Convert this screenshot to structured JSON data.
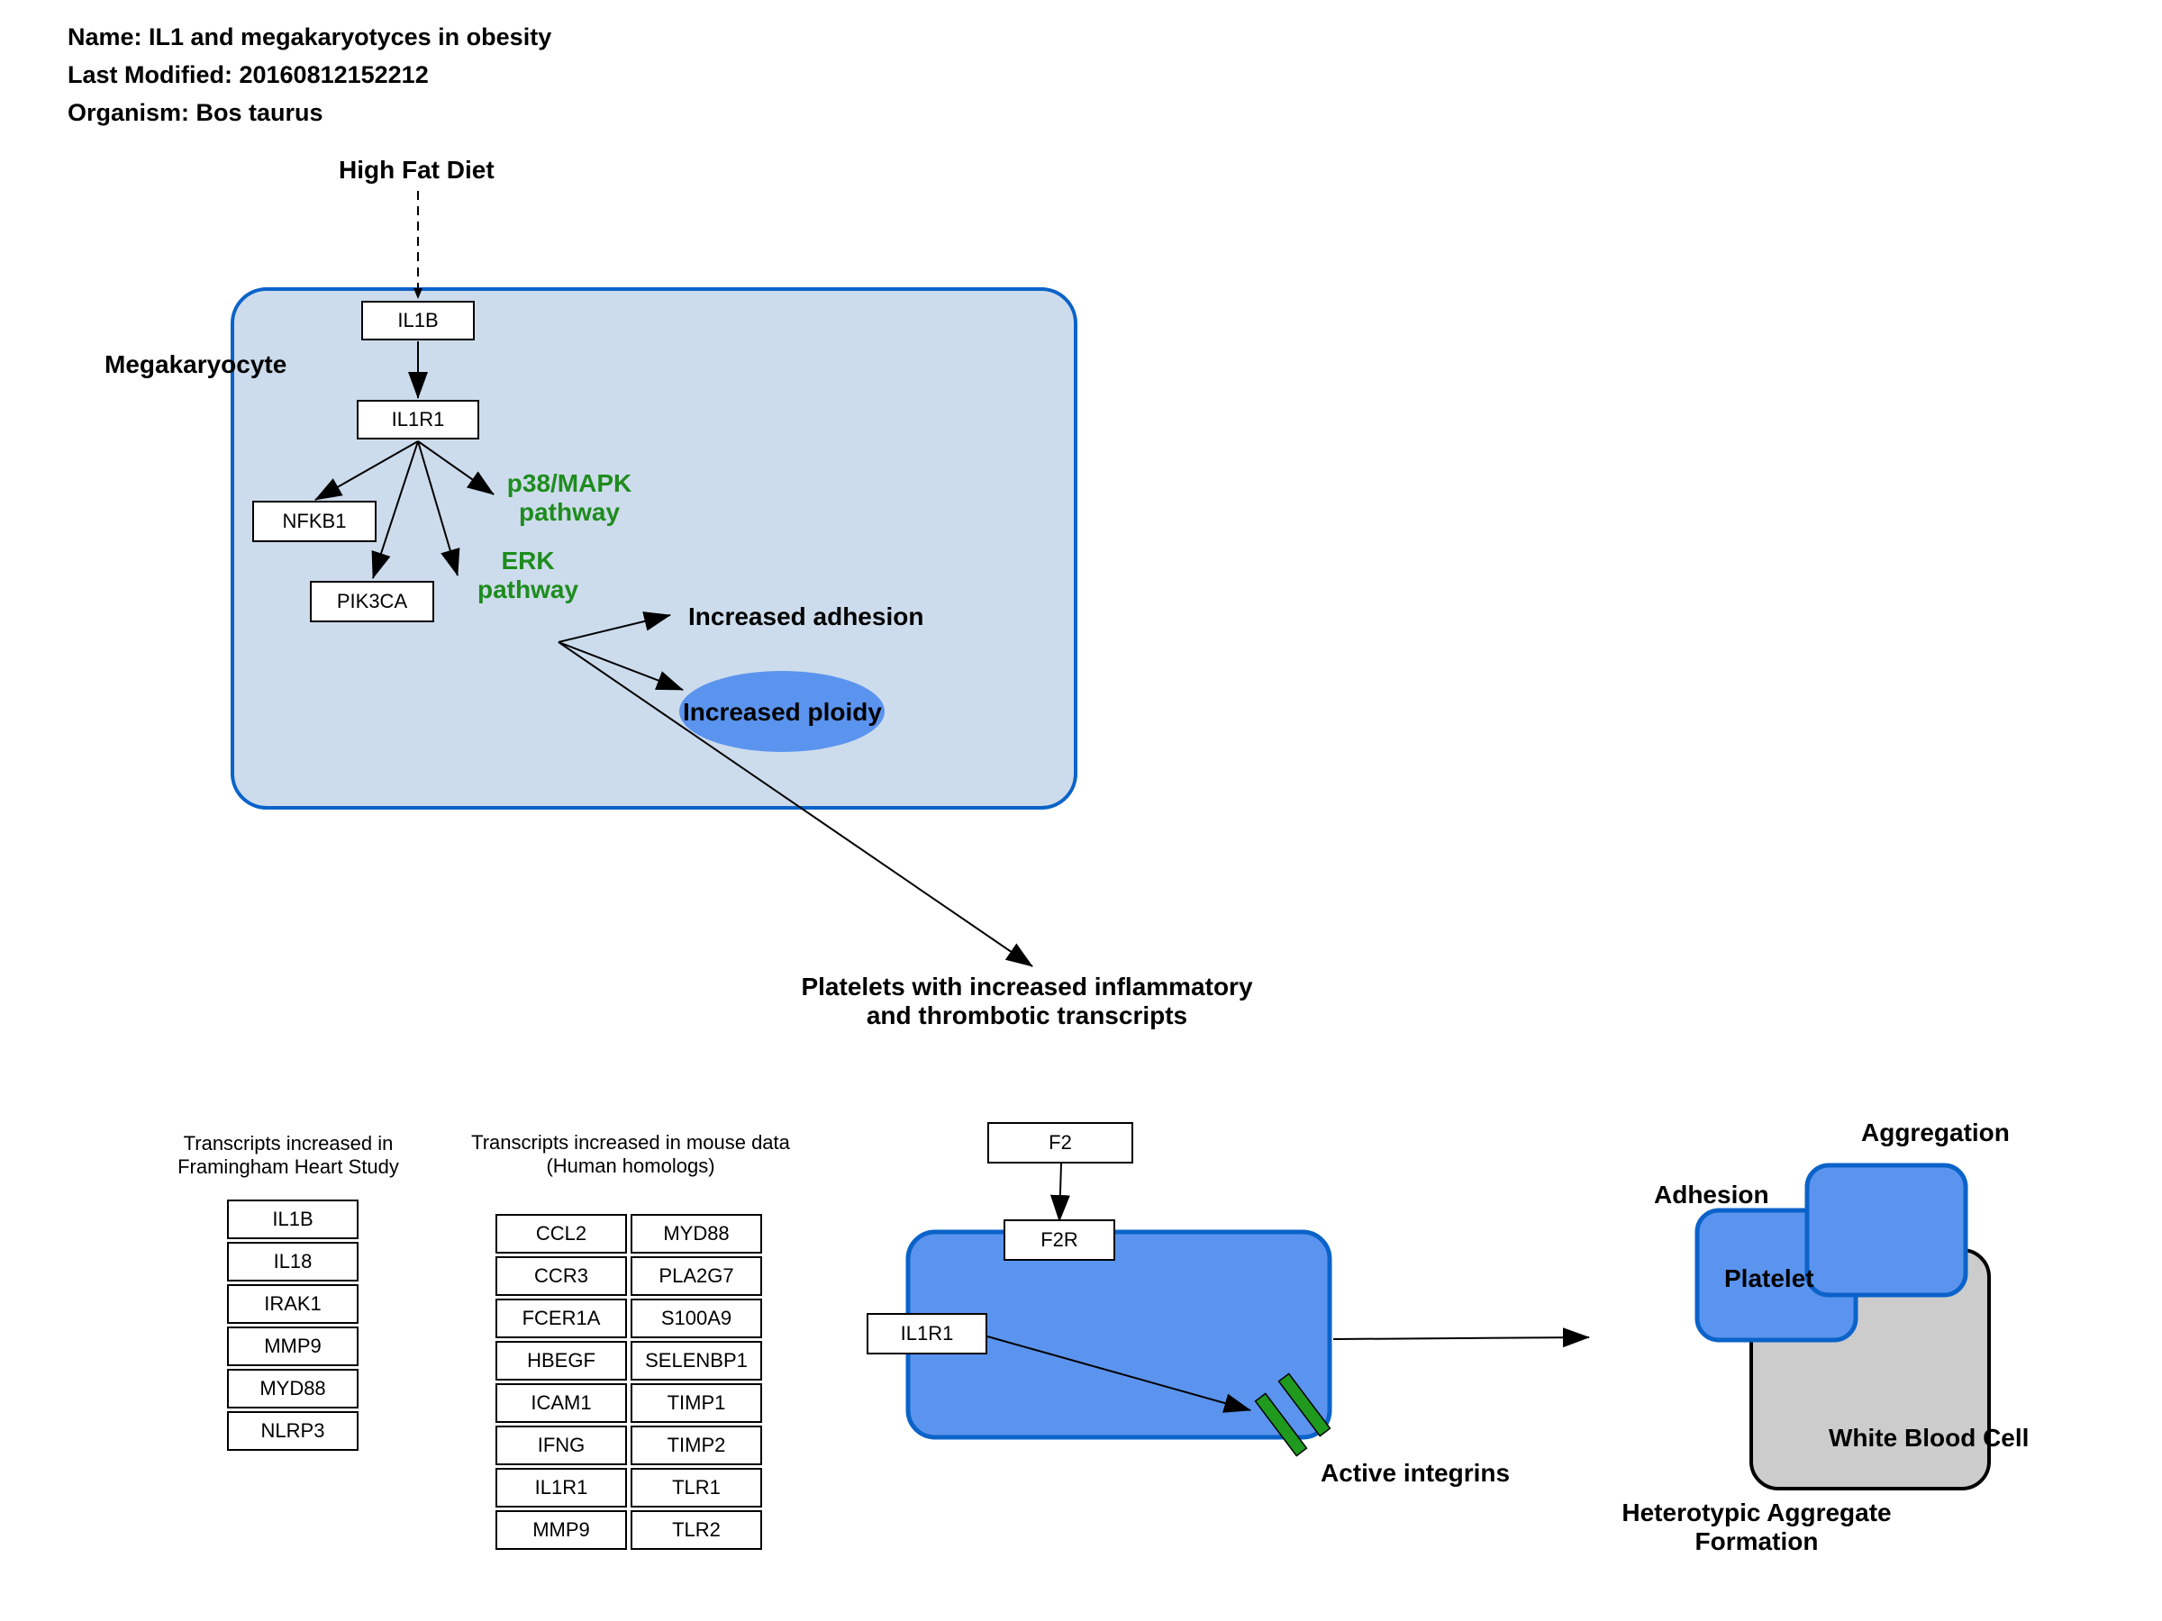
{
  "header": {
    "name": "Name: IL1 and megakaryotyces in obesity",
    "modified": "Last Modified: 20160812152212",
    "organism": "Organism: Bos taurus"
  },
  "labels": {
    "high_fat_diet": "High Fat Diet",
    "megakaryocyte": "Megakaryocyte",
    "p38_line1": "p38/MAPK",
    "p38_line2": "pathway",
    "erk_line1": "ERK",
    "erk_line2": "pathway",
    "increased_adhesion": "Increased adhesion",
    "increased_ploidy": "Increased ploidy",
    "platelets_line1": "Platelets with increased inflammatory",
    "platelets_line2": "and thrombotic transcripts",
    "active_integrins": "Active integrins",
    "aggregation": "Aggregation",
    "adhesion": "Adhesion",
    "platelet": "Platelet",
    "white_blood_cell": "White Blood Cell",
    "hetero_line1": "Heterotypic Aggregate",
    "hetero_line2": "Formation"
  },
  "genes": {
    "il1b": "IL1B",
    "il1r1": "IL1R1",
    "nfkb1": "NFKB1",
    "pik3ca": "PIK3CA",
    "f2": "F2",
    "f2r": "F2R",
    "il1r1_platelet": "IL1R1"
  },
  "framingham": {
    "caption_line1": "Transcripts increased in",
    "caption_line2": "Framingham Heart Study",
    "items": [
      "IL1B",
      "IL18",
      "IRAK1",
      "MMP9",
      "MYD88",
      "NLRP3"
    ]
  },
  "mouse": {
    "caption_line1": "Transcripts increased in mouse data",
    "caption_line2": "(Human homologs)",
    "left": [
      "CCL2",
      "CCR3",
      "FCER1A",
      "HBEGF",
      "ICAM1",
      "IFNG",
      "IL1R1",
      "MMP9"
    ],
    "right": [
      "MYD88",
      "PLA2G7",
      "S100A9",
      "SELENBP1",
      "TIMP1",
      "TIMP2",
      "TLR1",
      "TLR2"
    ]
  },
  "colors": {
    "cell_fill": "#cddcec",
    "cell_border": "#0b63c9",
    "blue_fill": "#5b94ee",
    "label_green": "#1e8c1e",
    "integrin_green": "#1f9a1f",
    "wbc_fill": "#cccccc"
  }
}
